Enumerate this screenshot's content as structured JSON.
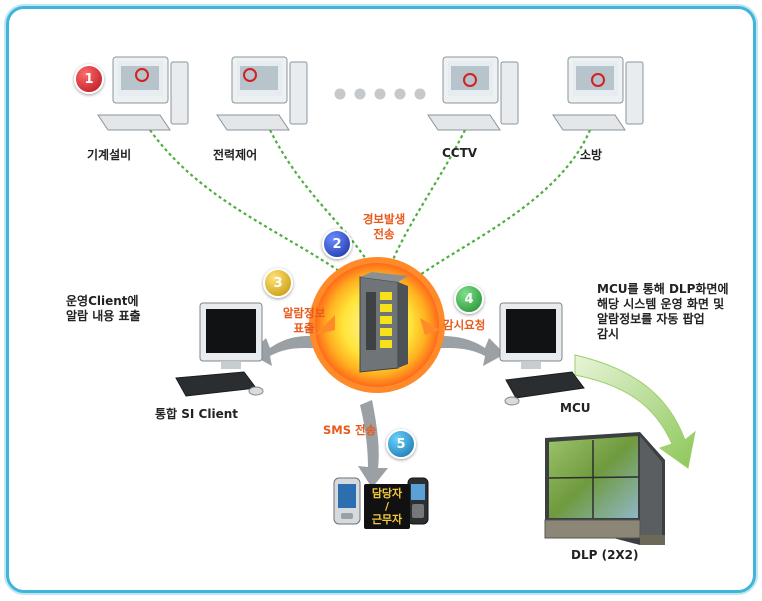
{
  "badges": [
    "1",
    "2",
    "3",
    "4",
    "5"
  ],
  "stations": {
    "mechanical": "기계설비",
    "power": "전력제어",
    "cctv": "CCTV",
    "fire": "소방"
  },
  "alarm_send": [
    "경보발생",
    "전송"
  ],
  "alarm_display": [
    "알람정보",
    "표출"
  ],
  "monitor_request": "감시요청",
  "sms_send": "SMS 전송",
  "client_note": [
    "운영Client에",
    "알람 내용 표출"
  ],
  "si_client": "통합 SI Client",
  "mcu_note": [
    "MCU를 통해 DLP화면에",
    "해당 시스템 운영 화면 및",
    "알람정보를 자동 팝업",
    "감시"
  ],
  "mcu": "MCU",
  "dlp": "DLP (2X2)",
  "sign": [
    "담당자 /",
    "근무자"
  ],
  "colors": {
    "frame": "#3fb6d8",
    "link": "#4caf3c",
    "server_glow": "#ffd21f",
    "label_red": "#e85a1b"
  }
}
